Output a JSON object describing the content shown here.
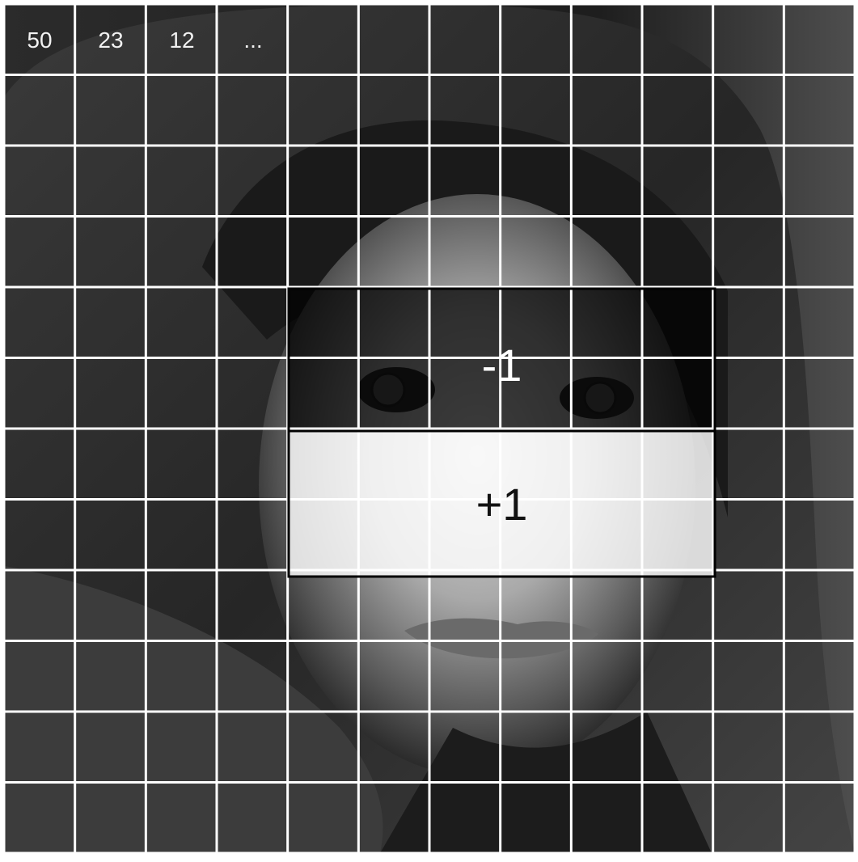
{
  "cell_values": [
    "50",
    "23",
    "12",
    "..."
  ],
  "haar_feature": {
    "dark_label": "-1",
    "light_label": "+1"
  },
  "colors": {
    "grid_line": "#ffffff",
    "dark_region": "#000000",
    "light_region": "#ffffff",
    "feature_border": "#000000"
  },
  "grid": {
    "rows": 12,
    "cols": 12
  },
  "photo_subject": "grayscale-portrait"
}
